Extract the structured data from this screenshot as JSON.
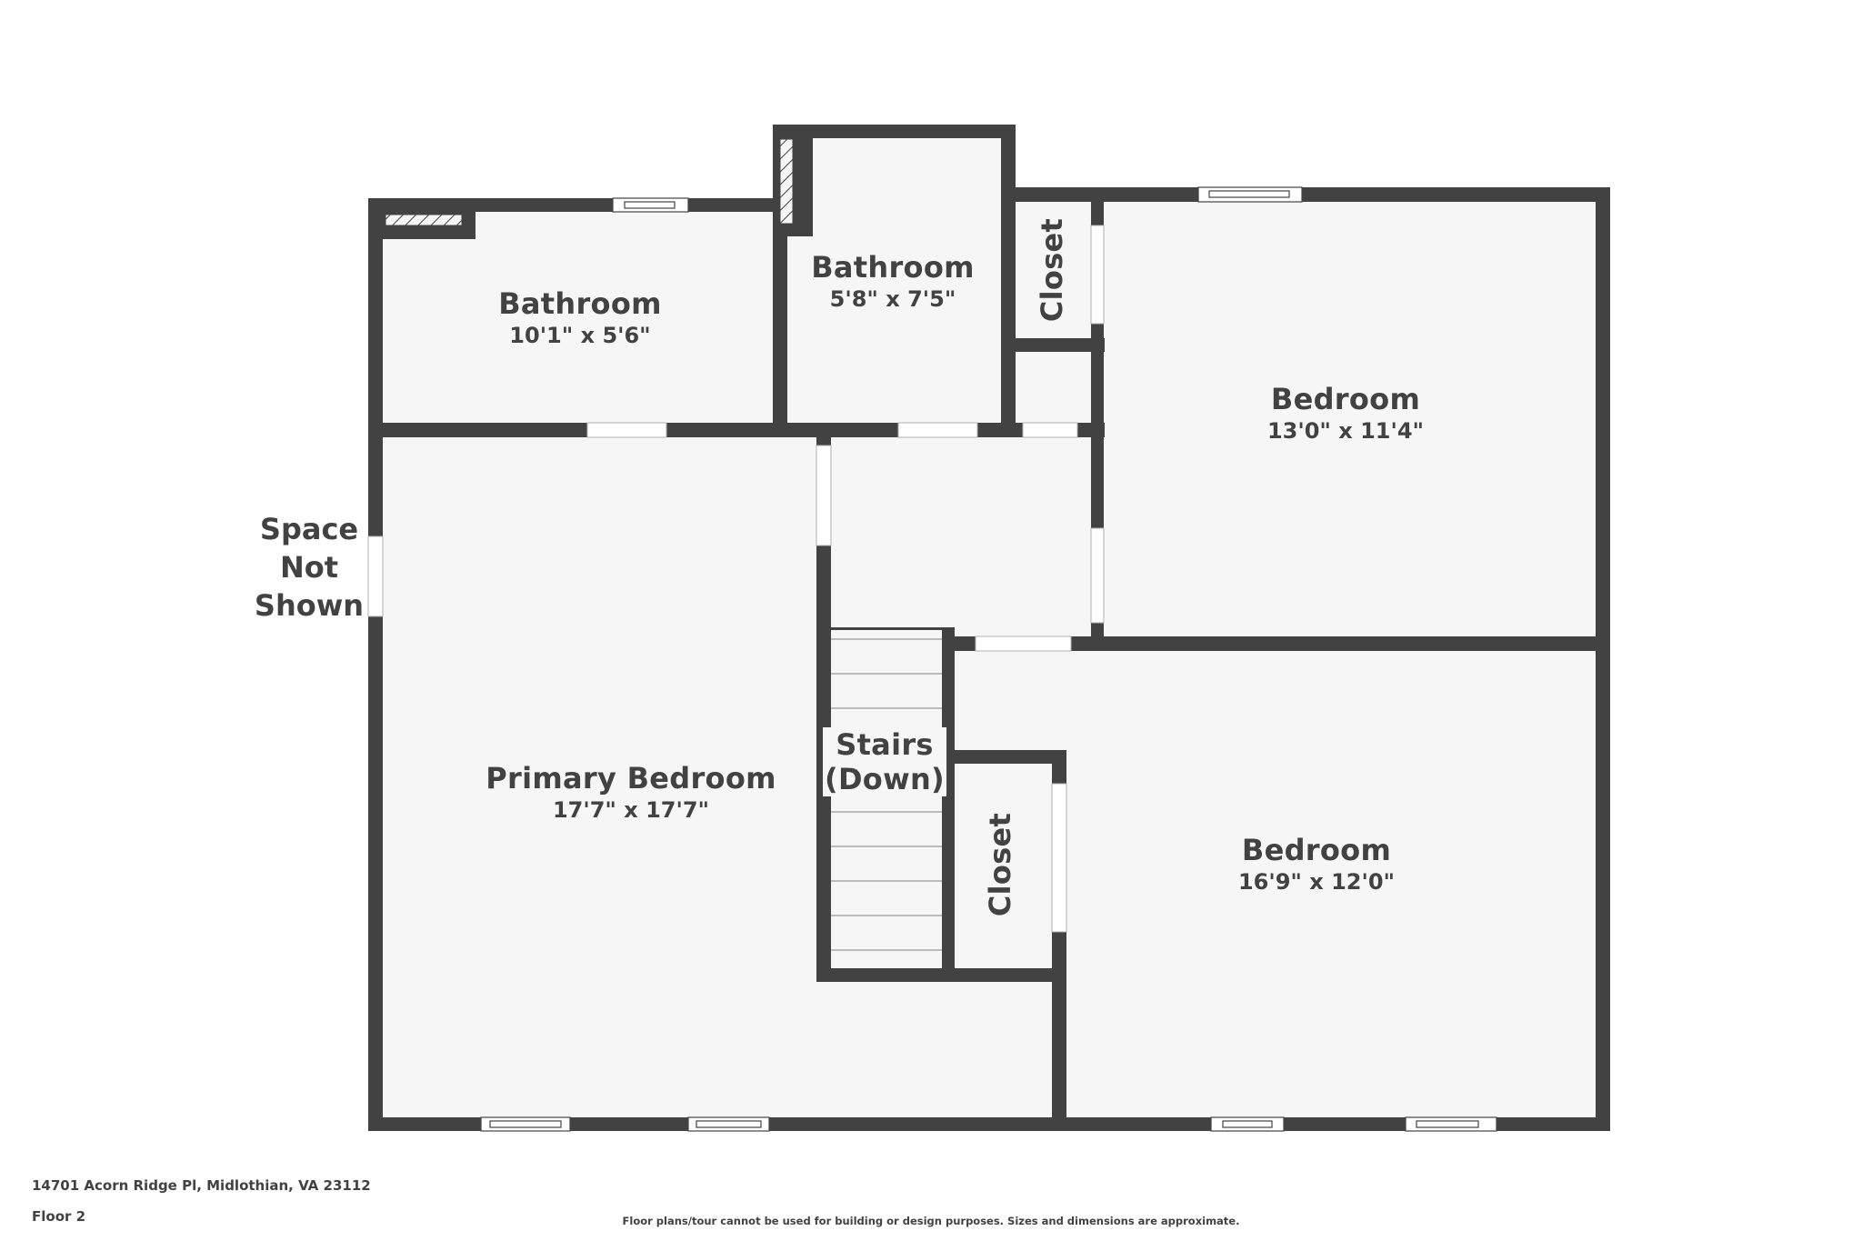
{
  "colors": {
    "wall": "#424242",
    "floor": "#f6f6f6",
    "background": "#ffffff",
    "text": "#424242",
    "opening": "#ffffff"
  },
  "plan": {
    "floor_label": "Floor 2",
    "rooms": [
      {
        "id": "bathroom-left",
        "name": "Bathroom",
        "dims": "10'1\" x 5'6\""
      },
      {
        "id": "bathroom-top",
        "name": "Bathroom",
        "dims": "5'8\" x 7'5\""
      },
      {
        "id": "closet-upper",
        "name": "Closet",
        "dims": ""
      },
      {
        "id": "bedroom-upper-right",
        "name": "Bedroom",
        "dims": "13'0\" x 11'4\""
      },
      {
        "id": "primary-bedroom",
        "name": "Primary Bedroom",
        "dims": "17'7\" x 17'7\""
      },
      {
        "id": "stairs",
        "name": "Stairs",
        "name_line2": "(Down)",
        "dims": ""
      },
      {
        "id": "closet-lower",
        "name": "Closet",
        "dims": ""
      },
      {
        "id": "bedroom-lower-right",
        "name": "Bedroom",
        "dims": "16'9\" x 12'0\""
      }
    ],
    "annotations": {
      "space_not_shown": [
        "Space",
        "Not",
        "Shown"
      ]
    }
  },
  "footer": {
    "address": "14701 Acorn Ridge Pl, Midlothian, VA 23112",
    "floor": "Floor 2",
    "disclaimer": "Floor plans/tour cannot be used for building or design purposes. Sizes and dimensions are approximate."
  }
}
